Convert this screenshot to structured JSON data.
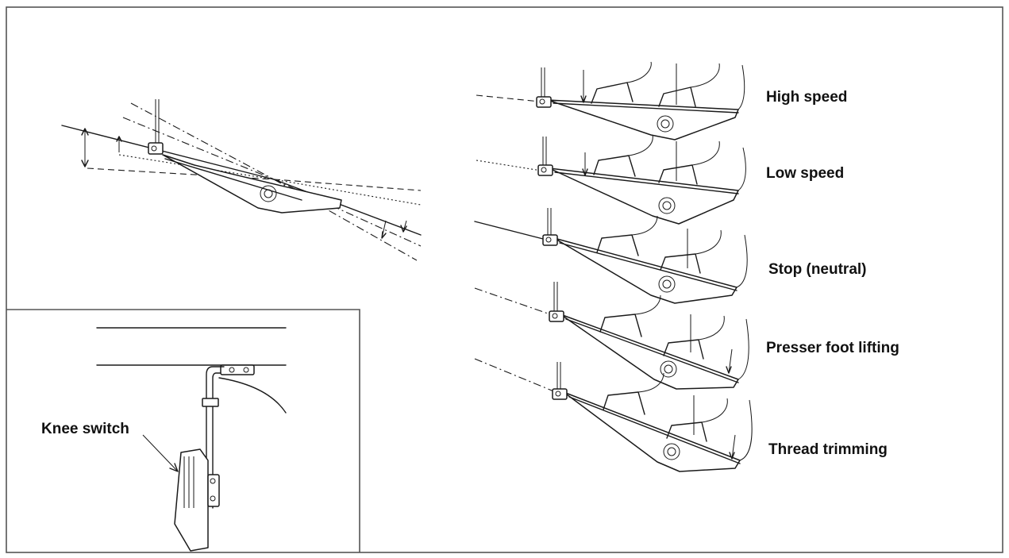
{
  "labels": {
    "high_speed": "High speed",
    "low_speed": "Low speed",
    "stop_neutral": "Stop (neutral)",
    "presser_foot_lifting": "Presser foot lifting",
    "thread_trimming": "Thread trimming",
    "knee_switch": "Knee switch"
  }
}
